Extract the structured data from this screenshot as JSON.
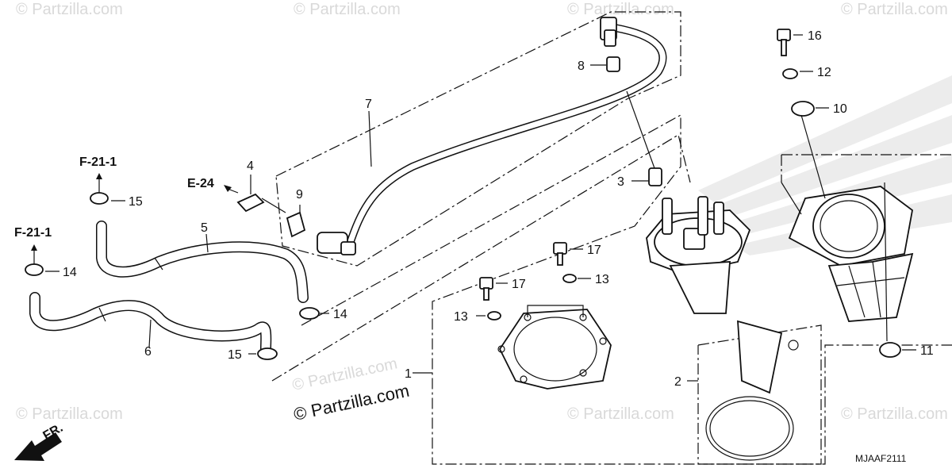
{
  "watermarks": [
    "© Partzilla.com",
    "© Partzilla.com",
    "© Partzilla.com",
    "© Partzilla.com",
    "© Partzilla.com",
    "© Partzilla.com",
    "© Partzilla.com",
    "© Partzilla.com"
  ],
  "copyright": "© Partzilla.com",
  "diagram_code": "MJAAF2111",
  "front_marker": "FR.",
  "refs": {
    "f21_upper": "F-21-1",
    "f21_lower": "F-21-1",
    "e24": "E-24"
  },
  "labels": {
    "p1": "1",
    "p2": "2",
    "p3": "3",
    "p4": "4",
    "p5": "5",
    "p6": "6",
    "p7": "7",
    "p8": "8",
    "p9": "9",
    "p10": "10",
    "p11": "11",
    "p12": "12",
    "p13a": "13",
    "p13b": "13",
    "p14a": "14",
    "p14b": "14",
    "p15a": "15",
    "p15b": "15",
    "p16": "16",
    "p17a": "17",
    "p17b": "17"
  },
  "colors": {
    "line": "#111111",
    "watermark": "#d9d9d9",
    "logo": "#e6e6e6"
  }
}
